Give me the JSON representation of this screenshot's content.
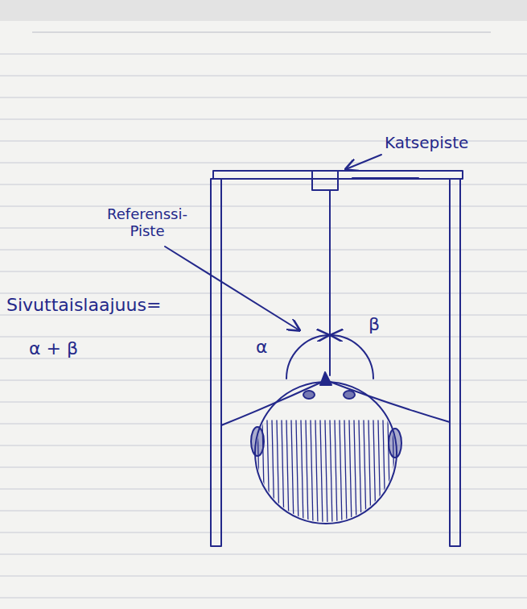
{
  "diagram": {
    "labels": [
      "Katsepiste",
      "Referenssi- Piste",
      "α",
      "β",
      "Sivuttaislaajuus=",
      "α + β"
    ]
  }
}
